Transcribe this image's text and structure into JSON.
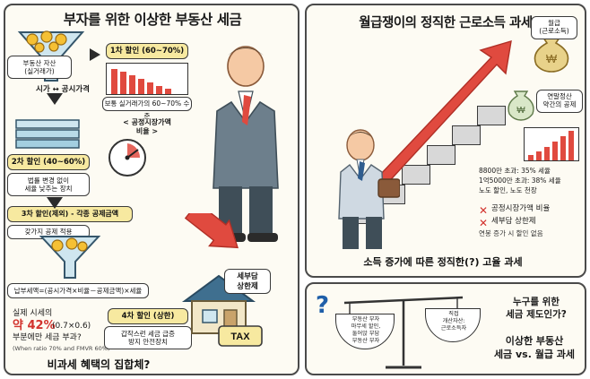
{
  "left_panel": {
    "title": "부자를 위한 이상한 부동산 세금",
    "asset_label": "부동산 자산\n(실거래가)",
    "price_ratio_label": "시가 ↔ 공시가격",
    "step1": {
      "tag": "1차 할인 (60~70%)",
      "caption": "보통 실거래가의 60~70% 수준"
    },
    "ratio_label": "< 공정시장가액\n비율 >",
    "gauge_center": "%",
    "step2": {
      "tag": "2차 할인 (40~60%)",
      "caption": "법률 변경 없이\n세율 낮추는 장치"
    },
    "step3": {
      "tag": "3차 할인(제외)  - 각종 공제금액",
      "caption": "갖가지 공제 적용"
    },
    "formula": "납부세액=(공시가격×비율－공제금액)×세율",
    "step4": {
      "tag": "4차 할인 (상한)",
      "caption": "갑작스런 세금 급증\n방지 안전장치"
    },
    "cap_label": "세부담\n상한제",
    "tax_tag": "TAX",
    "effective": {
      "line1": "실제 시세의",
      "line2": "약 42%",
      "line2_sub": "(0.7×0.6)",
      "line3": "부분에만 세금 부과?",
      "line4": "(When ratio 70% and FMVR 60%)"
    },
    "footer": "비과세 혜택의 집합체?"
  },
  "right_top_panel": {
    "title": "월급쟁이의 정직한 근로소득 과세",
    "salary_bag": "월급\n(근로소득)",
    "yearend_bag": "연말정산\n약간의 공제",
    "tax_notes": [
      "8800만 초과: 35% 세율",
      "1억5000만 초과: 38% 세율",
      "노도 할인, 노도 천장"
    ],
    "x_items": [
      "공정시장가액 비율",
      "세부담 상한제"
    ],
    "x_sub": "연봉 증가 시 할인 없음",
    "footer": "소득 증가에 따른 정직한(?) 고율 과세"
  },
  "right_bottom_panel": {
    "question_mark": "?",
    "left_pan_text": "부동산 부자\n마무세 할인,\n둘어앉 부담\n부동산 부자",
    "right_pan_text": "직접\n개산자산:\n근로소득자",
    "headline_1": "누구를 위한\n세금 제도인가?",
    "headline_2": "이상한 부동산\n세금 vs. 월급 과세"
  }
}
